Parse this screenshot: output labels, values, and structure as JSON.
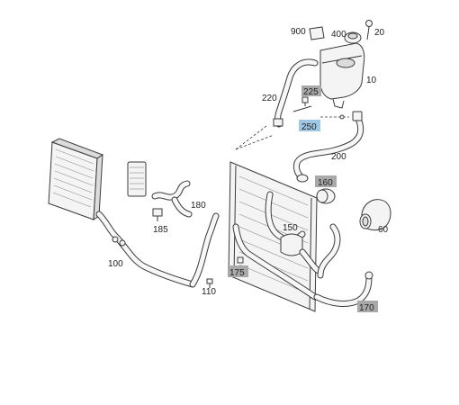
{
  "labels": {
    "l900": "900",
    "l400": "400",
    "l20": "20",
    "l10": "10",
    "l220": "220",
    "l225": "225",
    "l250": "250",
    "l200": "200",
    "l160": "160",
    "l180": "180",
    "l185": "185",
    "l150": "150",
    "l60": "60",
    "l100": "100",
    "l175": "175",
    "l110": "110",
    "l170": "170"
  },
  "colors": {
    "highlight_gray": "#a9a9a9",
    "highlight_blue": "#9fc6e3",
    "line": "#3a3a3a"
  }
}
